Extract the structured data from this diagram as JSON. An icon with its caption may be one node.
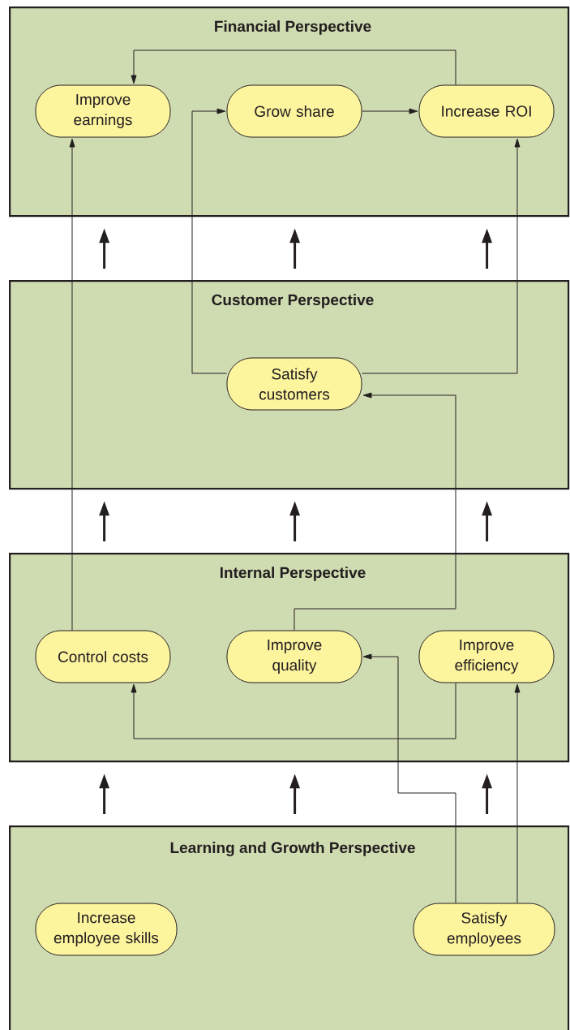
{
  "diagram": {
    "nodes": [
      {
        "text": [
          "Financial Perspective"
        ]
      },
      {
        "text": [
          "Improve earnings"
        ],
        "in": 0
      },
      {
        "text": [
          "Grow share"
        ],
        "in": 0
      },
      {
        "text": [
          "Increase ROI"
        ],
        "in": 0
      },
      {
        "text": [
          "Customer Perspective"
        ]
      },
      {
        "text": [
          "Satisfy customers"
        ],
        "in": 4
      },
      {
        "text": [
          "Internal Perspective"
        ]
      },
      {
        "text": [
          "Control costs"
        ],
        "in": 6
      },
      {
        "text": [
          "Improve quality"
        ],
        "in": 6
      },
      {
        "text": [
          "Improve efficiency"
        ],
        "in": 6
      },
      {
        "text": [
          "Learning and Growth Perspective"
        ]
      },
      {
        "text": [
          "Increase employee skills"
        ],
        "in": 10
      },
      {
        "text": [
          "Satisfy employees"
        ],
        "in": 10
      }
    ],
    "edges": [
      {
        "from": 3,
        "to": 1,
        "arrow": "to"
      },
      {
        "from": 2,
        "to": 3,
        "arrow": "to"
      },
      {
        "from": 5,
        "to": 2,
        "arrow": "to"
      },
      {
        "from": 5,
        "to": 3,
        "arrow": "to"
      },
      {
        "from": 7,
        "to": 1,
        "arrow": "to"
      },
      {
        "from": 8,
        "to": 5,
        "arrow": "to"
      },
      {
        "from": 9,
        "to": 7,
        "arrow": "to"
      },
      {
        "from": 12,
        "to": 8,
        "arrow": "to"
      },
      {
        "from": 12,
        "to": 9,
        "arrow": "to"
      },
      {
        "from": 4,
        "to": 0,
        "arrow": "to",
        "style": "thick"
      },
      {
        "from": 4,
        "to": 0,
        "arrow": "to",
        "style": "thick"
      },
      {
        "from": 4,
        "to": 0,
        "arrow": "to",
        "style": "thick"
      },
      {
        "from": 6,
        "to": 4,
        "arrow": "to",
        "style": "thick"
      },
      {
        "from": 6,
        "to": 4,
        "arrow": "to",
        "style": "thick"
      },
      {
        "from": 6,
        "to": 4,
        "arrow": "to",
        "style": "thick"
      },
      {
        "from": 10,
        "to": 6,
        "arrow": "to",
        "style": "thick"
      },
      {
        "from": 10,
        "to": 6,
        "arrow": "to",
        "style": "thick"
      },
      {
        "from": 10,
        "to": 6,
        "arrow": "to",
        "style": "thick"
      }
    ]
  }
}
